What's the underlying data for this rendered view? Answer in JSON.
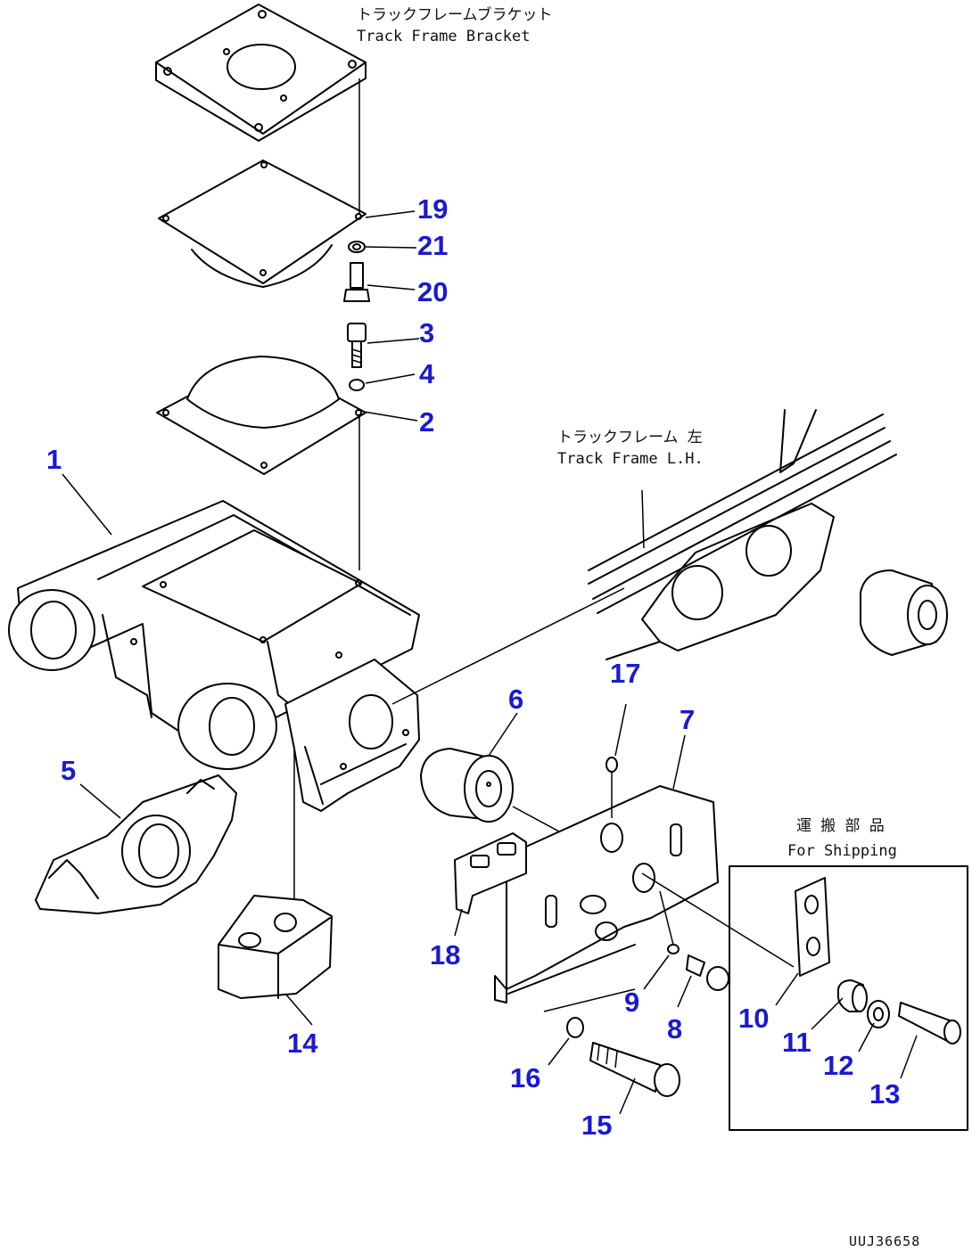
{
  "labels": {
    "bracket_jp": "トラックフレームブラケット",
    "bracket_en": "Track Frame Bracket",
    "frame_jp": "トラックフレーム 左",
    "frame_en": "Track Frame L.H.",
    "shipping_jp": "運 搬 部 品",
    "shipping_en": "For Shipping",
    "drawing_code": "UUJ36658"
  },
  "callouts": [
    "1",
    "2",
    "3",
    "4",
    "5",
    "6",
    "7",
    "8",
    "9",
    "10",
    "11",
    "12",
    "13",
    "14",
    "15",
    "16",
    "17",
    "18",
    "19",
    "20",
    "21"
  ]
}
